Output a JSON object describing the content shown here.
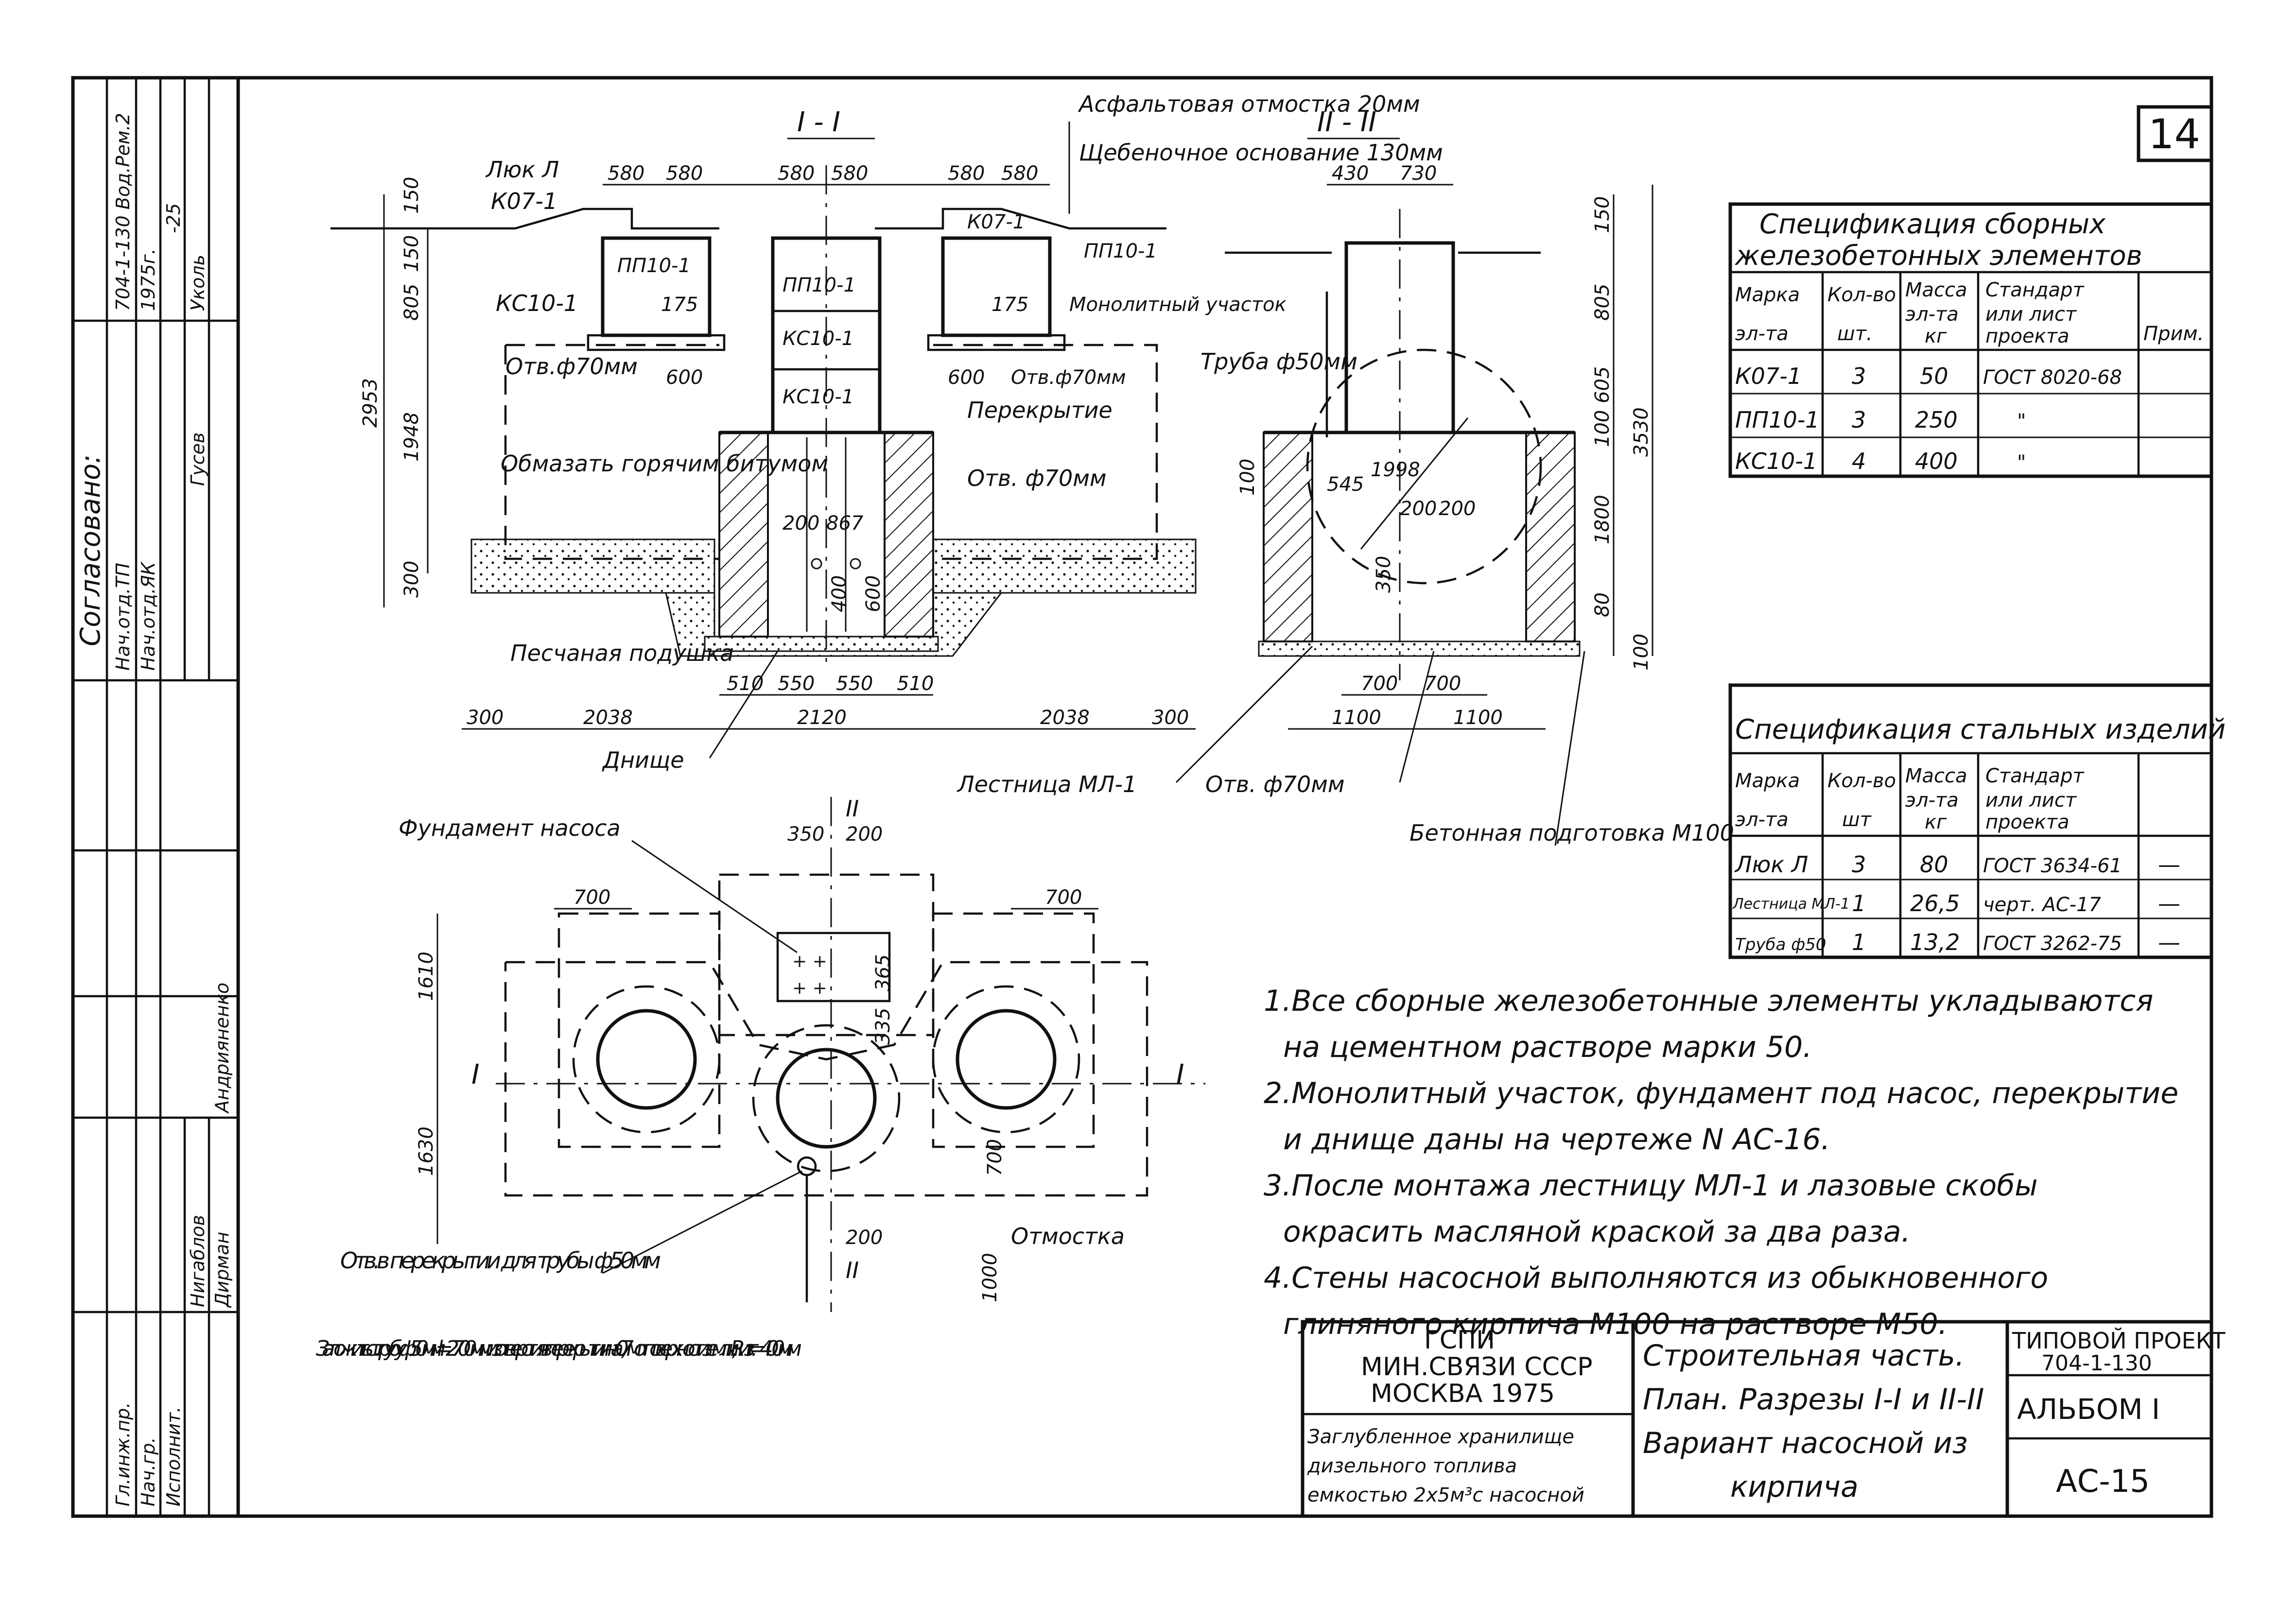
{
  "sheet": {
    "number": "14",
    "project_code": "704-1-130",
    "album": "АЛЬБОМ I",
    "sheet_code": "АС-15",
    "typical_project_label": "ТИПОВОЙ ПРОЕКТ",
    "org_line1": "ГСПИ",
    "org_line2": "МИН.СВЯЗИ СССР",
    "org_line3": "МОСКВА 1975",
    "object_line1": "Заглубленное хранилище",
    "object_line2": "дизельного топлива",
    "object_line3": "емкостью 2х5м³с насосной",
    "title_line1": "Строительная часть.",
    "title_line2": "План. Разрезы I-I и II-II",
    "title_line3": "Вариант насосной из",
    "title_line4": "кирпича"
  },
  "side_stamp": {
    "approved": "Согласовано:",
    "rows": [
      "Нач.отд.ТП",
      "Нач.отд.ЯК",
      "Гл.инж.пр.",
      "Нач.гр.",
      "Исполнит."
    ],
    "names": [
      "Гусев",
      "Уколь",
      "Нигаблов",
      "Дирман",
      "Андрияненко"
    ],
    "code": "704-1-130 Вод.Рем.2",
    "year": "1975г.",
    "sheet_ref": "-25"
  },
  "sections": {
    "section1_title": "I - I",
    "section2_title": "II - II",
    "asphalt_note": "Асфальтовая отмостка 20мм",
    "gravel_note": "Щебеночное основание 130мм"
  },
  "labels": {
    "hatch_l": "Люк Л",
    "k07": "К07-1",
    "k07_r": "К07-1",
    "kc10_left": "КС10-1",
    "kc10_c1": "КС10-1",
    "kc10_c2": "КС10-1",
    "pp10_c": "ПП10-1",
    "pp10_r": "ПП10-1",
    "pp10_l": "ПП10-1",
    "monolith": "Монолитный участок",
    "otv_70_left": "Отв.ф70мм",
    "otv_70_right": "Отв.ф70мм",
    "slab": "Перекрытие",
    "bitumen": "Обмазать горячим битумом",
    "otv_70_mid": "Отв. ф70мм",
    "sand_cushion": "Песчаная подушка",
    "bottom": "Днище",
    "ladder": "Лестница МЛ-1",
    "otv_70_low": "Отв. ф70мм",
    "concrete_prep": "Бетонная подготовка М100",
    "pipe": "Труба ф50мм",
    "pump_found": "Фундамент насоса",
    "otv_slab": "Отв.в перекрытии для трубы ф50мм",
    "blind_area": "Отмостка",
    "pipe_note": "Заложить ст.трубу ф50мм l=2700мм из отверстия в перекрытии на 0,7м от поверхности земли; Rизг. =400мм"
  },
  "dims_s1": {
    "top_580a": "580",
    "top_580b": "580",
    "top_580c": "580",
    "top_580d": "580",
    "top_580e": "580",
    "top_580f": "580",
    "h150": "150",
    "h150b": "150",
    "h805": "805",
    "h2953": "2953",
    "h1948": "1948",
    "h300": "300",
    "d175a": "175",
    "d175b": "175",
    "d600a": "600",
    "d600b": "600",
    "d200": "200",
    "d867": "867",
    "d400": "400",
    "d600c": "600",
    "b510a": "510",
    "b550a": "550",
    "b550b": "550",
    "b510b": "510",
    "b300a": "300",
    "b2038a": "2038",
    "b2120": "2120",
    "b2038b": "2038",
    "b300b": "300"
  },
  "dims_s2": {
    "t430": "430",
    "t730": "730",
    "h150": "150",
    "h805": "805",
    "h605": "605",
    "h3530": "3530",
    "h1800": "1800",
    "h80": "80",
    "h100a": "100",
    "h100b": "100",
    "h100c": "100",
    "d545": "545",
    "d1998": "1998",
    "d200a": "200",
    "d200b": "200",
    "d350": "350",
    "b700a": "700",
    "b700b": "700",
    "b1100a": "1100",
    "b1100b": "1100"
  },
  "dims_plan": {
    "p350": "350",
    "p200": "200",
    "p700a": "700",
    "p700b": "700",
    "p1610": "1610",
    "p1630": "1630",
    "p365": "365",
    "p335": "335",
    "p700c": "700",
    "p200b": "200",
    "p1000": "1000"
  },
  "spec1": {
    "title1": "Спецификация сборных",
    "title2": "железобетонных элементов",
    "headers": [
      "Марка эл-та",
      "Кол-во шт.",
      "Масса эл-та кг",
      "Стандарт или лист проекта",
      "Прим."
    ],
    "h_mark1": "Марка",
    "h_mark2": "эл-та",
    "h_qty1": "Кол-во",
    "h_qty2": "шт.",
    "h_mass1": "Масса",
    "h_mass2": "эл-та",
    "h_mass3": "кг",
    "h_std1": "Стандарт",
    "h_std2": "или лист",
    "h_std3": "проекта",
    "h_note": "Прим.",
    "rows": [
      {
        "mark": "К07-1",
        "qty": "3",
        "mass": "50",
        "std": "ГОСТ 8020-68"
      },
      {
        "mark": "ПП10-1",
        "qty": "3",
        "mass": "250",
        "std": "\""
      },
      {
        "mark": "КС10-1",
        "qty": "4",
        "mass": "400",
        "std": "\""
      }
    ]
  },
  "spec2": {
    "title": "Спецификация стальных изделий",
    "h_mark1": "Марка",
    "h_mark2": "эл-та",
    "h_qty1": "Кол-во",
    "h_qty2": "шт",
    "h_mass1": "Масса",
    "h_mass2": "эл-та",
    "h_mass3": "кг",
    "h_std1": "Стандарт",
    "h_std2": "или лист",
    "h_std3": "проекта",
    "rows": [
      {
        "mark": "Люк Л",
        "qty": "3",
        "mass": "80",
        "std": "ГОСТ 3634-61",
        "note": "—"
      },
      {
        "mark": "Лестница МЛ-1",
        "qty": "1",
        "mass": "26,5",
        "std": "черт. АС-17",
        "note": "—"
      },
      {
        "mark": "Труба ф50",
        "qty": "1",
        "mass": "13,2",
        "std": "ГОСТ 3262-75",
        "note": "—"
      }
    ]
  },
  "notes": {
    "n1a": "1.Все сборные железобетонные элементы укладываются",
    "n1b": "на цементном растворе марки 50.",
    "n2a": "2.Монолитный участок, фундамент под насос, перекрытие",
    "n2b": "и днище даны на чертеже N АС-16.",
    "n3a": "3.После монтажа лестницу МЛ-1 и лазовые скобы",
    "n3b": "окрасить масляной краской за два раза.",
    "n4a": "4.Стены насосной выполняются из обыкновенного",
    "n4b": "глиняного кирпича М100 на растворе М50."
  },
  "cut_marks": {
    "i": "I",
    "ii": "II"
  }
}
